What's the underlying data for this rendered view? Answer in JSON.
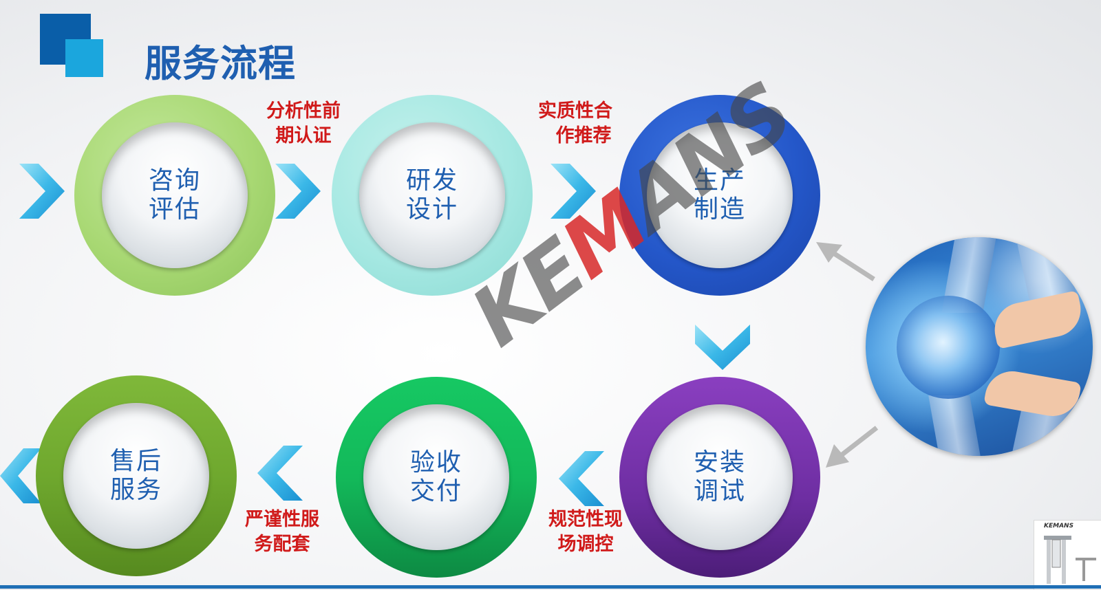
{
  "header": {
    "title": "服务流程"
  },
  "steps": [
    {
      "line1": "咨询",
      "line2": "评估"
    },
    {
      "line1": "研发",
      "line2": "设计"
    },
    {
      "line1": "生产",
      "line2": "制造"
    },
    {
      "line1": "安装",
      "line2": "调试"
    },
    {
      "line1": "验收",
      "line2": "交付"
    },
    {
      "line1": "售后",
      "line2": "服务"
    }
  ],
  "notes": [
    {
      "line1": "分析性前",
      "line2": "期认证"
    },
    {
      "line1": "实质性合",
      "line2": "作推荐"
    },
    {
      "line1": "规范性现",
      "line2": "场调控"
    },
    {
      "line1": "严谨性服",
      "line2": "务配套"
    }
  ],
  "watermark": {
    "pre": "KE",
    "hi": "M",
    "post": "ANS"
  },
  "thumbnail": {
    "brand": "KEMANS"
  },
  "colors": {
    "step1_ring": "#a8d873",
    "step2_ring": "#a5e8e2",
    "step3_ring": "#2457c9",
    "step4_ring": "#7c37b0",
    "step5_ring": "#13b95a",
    "step6_ring": "#6fa82e",
    "title": "#1f5fb0",
    "note_text": "#d01a1a",
    "chevron": "#3bb8e8"
  }
}
